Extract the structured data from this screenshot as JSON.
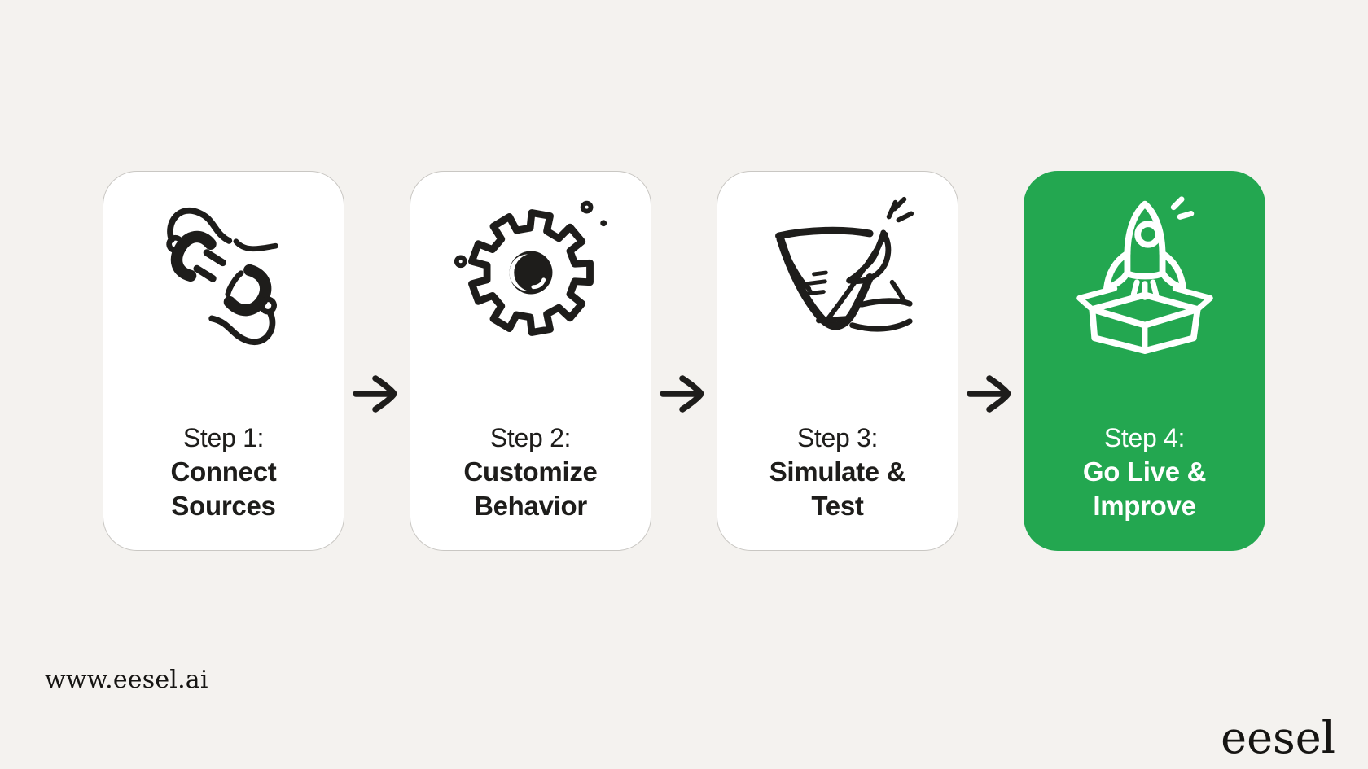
{
  "colors": {
    "page_bg": "#F4F2EF",
    "card_bg": "#FFFFFF",
    "card_border": "#C9C7C3",
    "accent_green": "#23A750",
    "ink": "#1E1D1B",
    "text_light": "#FFFFFF"
  },
  "steps": [
    {
      "label": "Step 1:",
      "title_line1": "Connect",
      "title_line2": "Sources",
      "icon": "unplugged-cable-icon",
      "highlighted": false
    },
    {
      "label": "Step 2:",
      "title_line1": "Customize",
      "title_line2": "Behavior",
      "icon": "gear-icon",
      "highlighted": false
    },
    {
      "label": "Step 3:",
      "title_line1": "Simulate &",
      "title_line2": "Test",
      "icon": "check-quill-icon",
      "highlighted": false
    },
    {
      "label": "Step 4:",
      "title_line1": "Go Live &",
      "title_line2": "Improve",
      "icon": "rocket-box-icon",
      "highlighted": true
    }
  ],
  "footer": {
    "url": "www.eesel.ai",
    "logo_text": "eesel"
  }
}
